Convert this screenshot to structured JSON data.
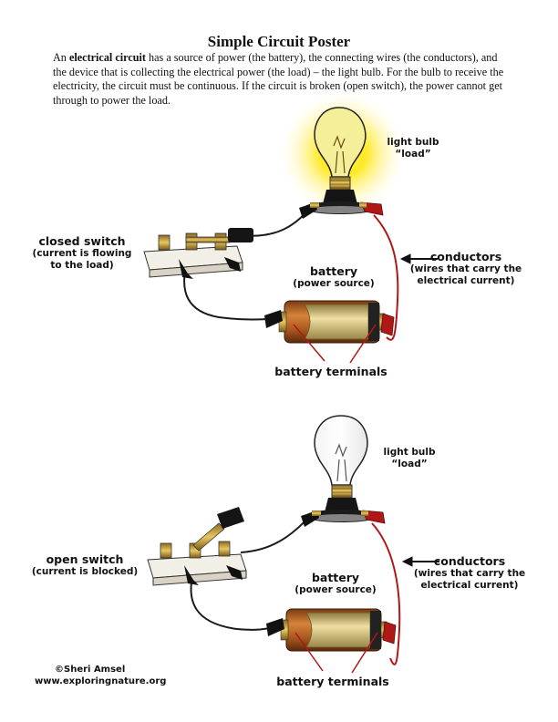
{
  "poster": {
    "title": "Simple Circuit Poster",
    "intro": {
      "part1": "An ",
      "bold": "electrical circuit",
      "part2": " has a source of power (the battery), the connecting wires (the conductors), and the device that is collecting the electrical power (the load) – the light bulb. For the bulb to receive the electricity, the circuit must be continuous. If the circuit is broken (open switch), the power cannot get through to power the load."
    }
  },
  "closed_circuit": {
    "bulb_label": "light bulb",
    "bulb_sublabel": "“load”",
    "switch_label": "closed switch",
    "switch_sub1": "(current is flowing",
    "switch_sub2": "to the load)",
    "conductors_label": "conductors",
    "conductors_sub1": "(wires that carry the",
    "conductors_sub2": "electrical current)",
    "battery_label": "battery",
    "battery_sub": "(power source)",
    "terminals_label": "battery terminals"
  },
  "open_circuit": {
    "bulb_label": "light bulb",
    "bulb_sublabel": "“load”",
    "switch_label": "open switch",
    "switch_sub": "(current is blocked)",
    "conductors_label": "conductors",
    "conductors_sub1": "(wires that carry the",
    "conductors_sub2": "electrical current)",
    "battery_label": "battery",
    "battery_sub": "(power source)",
    "terminals_label": "battery terminals"
  },
  "credit": {
    "author": "©Sheri Amsel",
    "site": "www.exploringnature.org"
  },
  "colors": {
    "wire_black": "#1a1a1a",
    "wire_red": "#b01818",
    "bulb_glow": "#ffe600",
    "battery_copper": "#c0702a",
    "battery_gold": "#d8c07a",
    "switch_base": "#f2efe6",
    "arrow": "#111111"
  }
}
